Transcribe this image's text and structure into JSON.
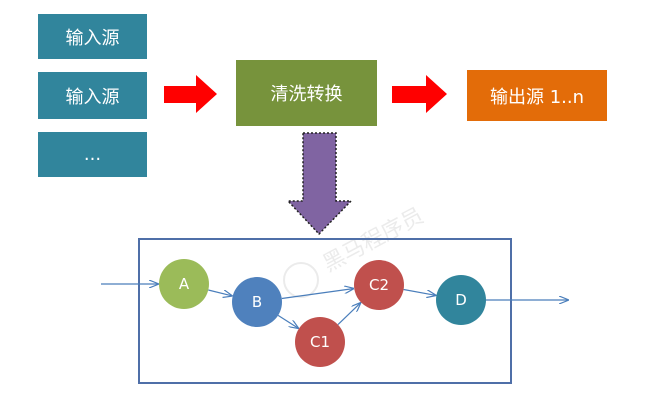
{
  "sources": [
    {
      "label": "输入源"
    },
    {
      "label": "输入源"
    },
    {
      "label": "..."
    }
  ],
  "transform": {
    "label": "清洗转换"
  },
  "output": {
    "label": "输出源 1..n"
  },
  "watermark": {
    "text": "黑马程序员"
  },
  "graph": {
    "nodes": [
      {
        "id": "A",
        "label": "A",
        "color": "#9bbb59"
      },
      {
        "id": "B",
        "label": "B",
        "color": "#4f81bd"
      },
      {
        "id": "C1",
        "label": "C1",
        "color": "#c0504d"
      },
      {
        "id": "C2",
        "label": "C2",
        "color": "#c0504d"
      },
      {
        "id": "D",
        "label": "D",
        "color": "#31859c"
      }
    ],
    "edges": [
      [
        "A",
        "B"
      ],
      [
        "B",
        "C2"
      ],
      [
        "B",
        "C1"
      ],
      [
        "C1",
        "C2"
      ],
      [
        "C2",
        "D"
      ]
    ]
  },
  "colors": {
    "source_box": "#31859c",
    "transform_box": "#77933c",
    "output_box": "#e36c09",
    "arrow_red": "#ff0000",
    "arrow_purple": "#8064a2",
    "frame": "#4f6fa8",
    "edge": "#4a7ebb"
  }
}
